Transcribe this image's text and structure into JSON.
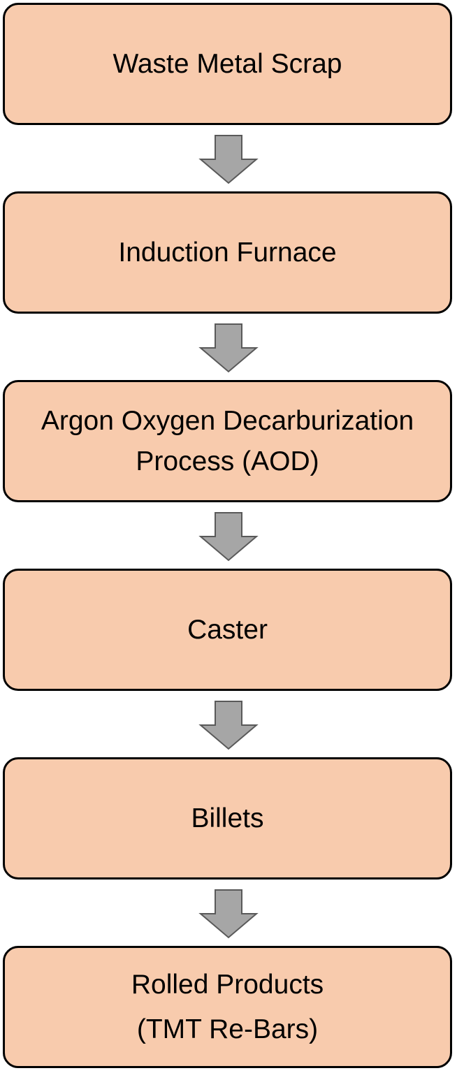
{
  "diagram": {
    "type": "flowchart",
    "direction": "top-to-bottom",
    "colors": {
      "box_fill": "#f8cbad",
      "box_border": "#000000",
      "arrow_fill": "#a6a6a6",
      "arrow_border": "#595959",
      "text": "#000000"
    },
    "steps": [
      {
        "lines": [
          "Waste Metal Scrap"
        ]
      },
      {
        "lines": [
          "Induction Furnace"
        ]
      },
      {
        "lines": [
          "Argon Oxygen Decarburization",
          "Process (AOD)"
        ]
      },
      {
        "lines": [
          "Caster"
        ]
      },
      {
        "lines": [
          "Billets"
        ]
      },
      {
        "lines": [
          "Rolled Products",
          "(TMT Re-Bars)"
        ]
      }
    ],
    "connections": [
      {
        "from": 0,
        "to": 1,
        "icon": "down-arrow-icon"
      },
      {
        "from": 1,
        "to": 2,
        "icon": "down-arrow-icon"
      },
      {
        "from": 2,
        "to": 3,
        "icon": "down-arrow-icon"
      },
      {
        "from": 3,
        "to": 4,
        "icon": "down-arrow-icon"
      },
      {
        "from": 4,
        "to": 5,
        "icon": "down-arrow-icon"
      }
    ]
  }
}
